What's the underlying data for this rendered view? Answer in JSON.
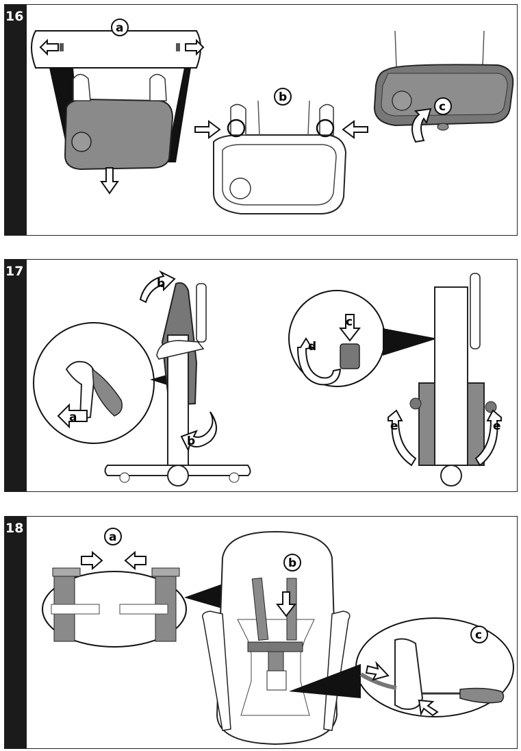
{
  "steps": [
    {
      "number": "16",
      "callouts": [
        "a",
        "b",
        "c"
      ]
    },
    {
      "number": "17",
      "callouts": [
        "a",
        "b",
        "b",
        "c",
        "d",
        "e",
        "e"
      ]
    },
    {
      "number": "18",
      "callouts": [
        "a",
        "b",
        "c"
      ]
    }
  ]
}
